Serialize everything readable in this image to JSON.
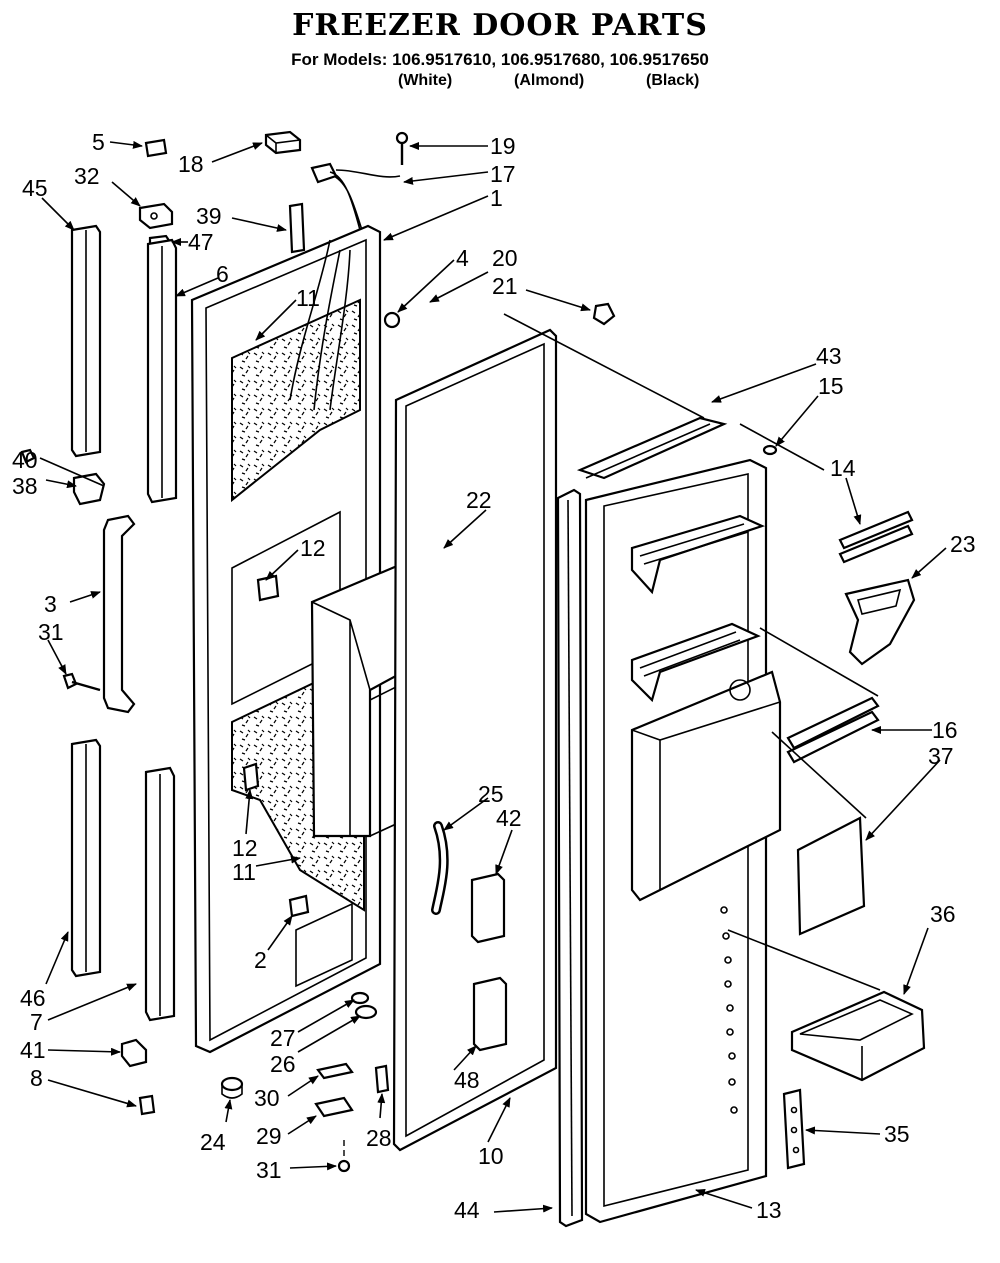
{
  "title": "FREEZER DOOR PARTS",
  "models_line": "For Models: 106.9517610, 106.9517680, 106.9517650",
  "colors": [
    "(White)",
    "(Almond)",
    "(Black)"
  ],
  "callouts": [
    "1",
    "2",
    "3",
    "4",
    "5",
    "6",
    "7",
    "8",
    "10",
    "11",
    "11",
    "12",
    "12",
    "13",
    "14",
    "15",
    "16",
    "17",
    "18",
    "19",
    "20",
    "21",
    "22",
    "23",
    "24",
    "25",
    "26",
    "27",
    "28",
    "29",
    "30",
    "31",
    "31",
    "32",
    "35",
    "36",
    "37",
    "38",
    "39",
    "40",
    "41",
    "42",
    "43",
    "44",
    "45",
    "46",
    "47",
    "48"
  ]
}
